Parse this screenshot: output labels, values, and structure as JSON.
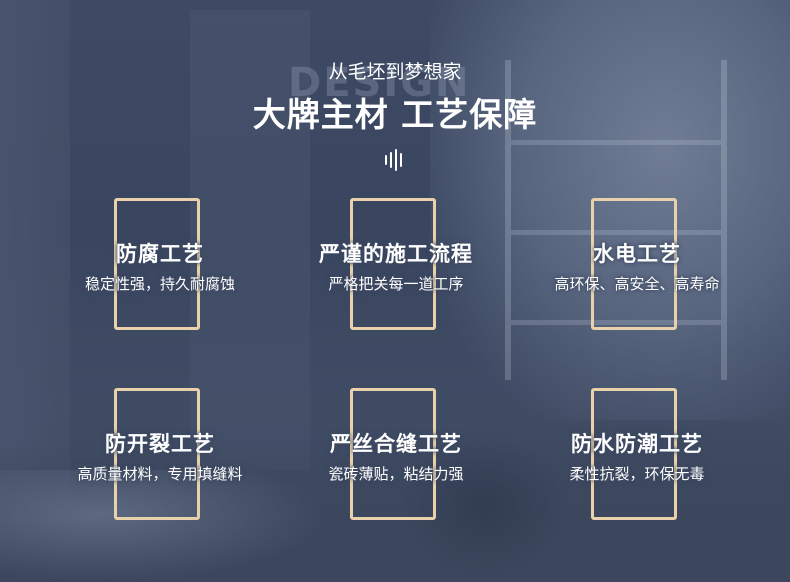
{
  "header": {
    "subtitle": "从毛坯到梦想家",
    "title": "大牌主材 工艺保障",
    "background_word": "DESIGN"
  },
  "icons": {
    "header_icon": "sound-bars-icon"
  },
  "colors": {
    "frame": "#e9d2ab",
    "text": "#ffffff",
    "background": "#3e4a63"
  },
  "cards": [
    {
      "name": "防腐工艺",
      "desc": "稳定性强，持久耐腐蚀"
    },
    {
      "name": "严谨的施工流程",
      "desc": "严格把关每一道工序"
    },
    {
      "name": "水电工艺",
      "desc": "高环保、高安全、高寿命"
    },
    {
      "name": "防开裂工艺",
      "desc": "高质量材料，专用填缝料"
    },
    {
      "name": "严丝合缝工艺",
      "desc": "瓷砖薄贴，粘结力强"
    },
    {
      "name": "防水防潮工艺",
      "desc": "柔性抗裂，环保无毒"
    }
  ]
}
